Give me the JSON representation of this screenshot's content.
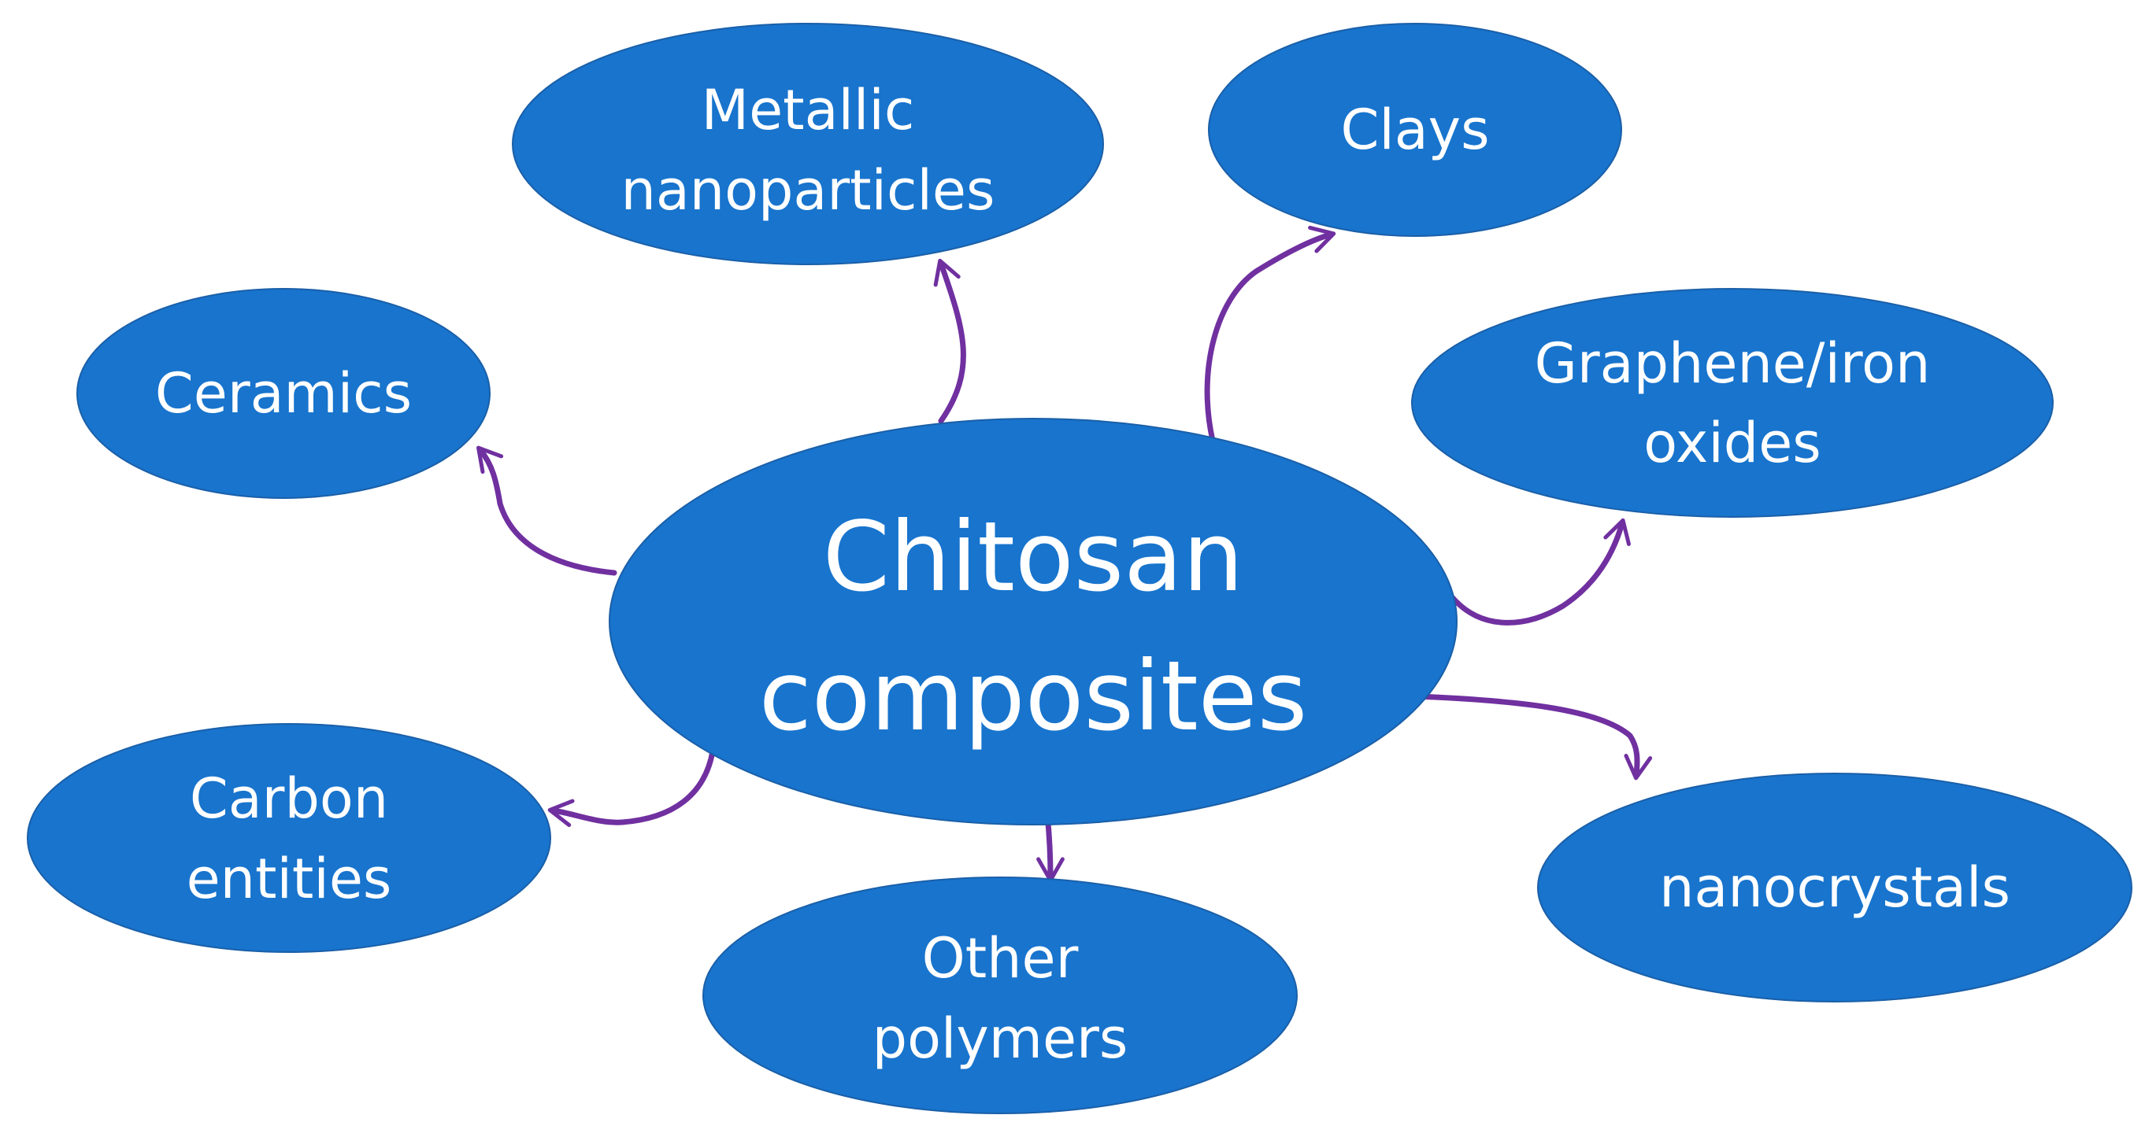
{
  "colors": {
    "node_fill": "#1874cd",
    "arrow": "#7030a0",
    "text": "#ffffff",
    "background": "#ffffff"
  },
  "center": {
    "lines": [
      "Chitosan",
      "composites"
    ]
  },
  "nodes": {
    "metallic": {
      "lines": [
        "Metallic",
        "nanoparticles"
      ]
    },
    "clays": {
      "lines": [
        "Clays"
      ]
    },
    "ceramics": {
      "lines": [
        "Ceramics"
      ]
    },
    "graphene": {
      "lines": [
        "Graphene/iron",
        "oxides"
      ]
    },
    "carbon": {
      "lines": [
        "Carbon",
        "entities"
      ]
    },
    "polymers": {
      "lines": [
        "Other",
        "polymers"
      ]
    },
    "nanocrystals": {
      "lines": [
        "nanocrystals"
      ]
    }
  }
}
